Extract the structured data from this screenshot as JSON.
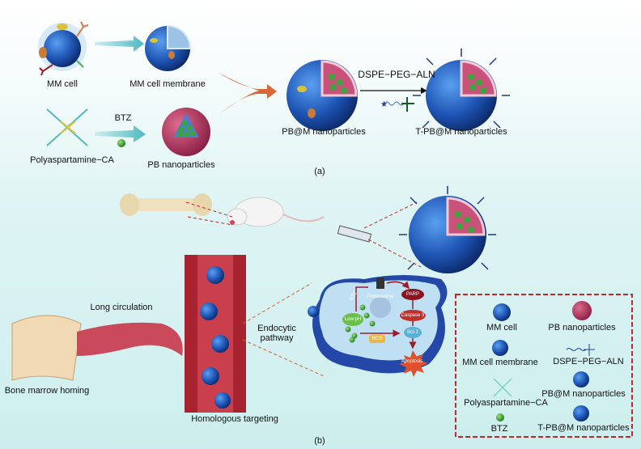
{
  "panel_a": {
    "mm_cell": "MM cell",
    "mm_cell_membrane": "MM cell membrane",
    "polyaspartamine": "Polyaspartamine−CA",
    "btz": "BTZ",
    "pb_nanoparticles": "PB nanoparticles",
    "pbm_nanoparticles": "PB@M nanoparticles",
    "dspe": "DSPE−PEG−ALN",
    "tpbm_nanoparticles": "T-PB@M nanoparticles",
    "caption": "(a)"
  },
  "panel_b": {
    "long_circulation": "Long circulation",
    "bone_marrow_homing": "Bone marrow homing",
    "homologous_targeting": "Homologous targeting",
    "endocytic_pathway": "Endocytic pathway",
    "cell": {
      "btz": "BTZ",
      "proteasome": "Proteasome",
      "parp": "PARP",
      "caspase3": "Caspase 3",
      "bcl2": "Bcl-2",
      "low_ph": "Low pH",
      "ros": "ROS",
      "apoptosis": "Apoptosis"
    },
    "caption": "(b)"
  },
  "legend": {
    "items": [
      "MM cell",
      "PB nanoparticles",
      "MM cell membrane",
      "DSPE−PEG−ALN",
      "Polyaspartamine−CA",
      "PB@M nanoparticles",
      "BTZ",
      "T-PB@M nanoparticles"
    ]
  },
  "colors": {
    "legend_border": "#c0282b",
    "sphere_blue": "#1f55b5",
    "pb_magenta": "#b0305e",
    "btz_green": "#3aa53a",
    "arrow_teal": "#6cc6cc",
    "arrow_orange": "#d9683a"
  }
}
